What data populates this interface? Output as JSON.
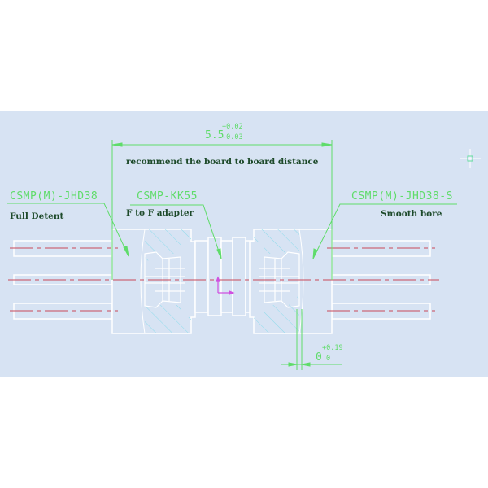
{
  "drawing": {
    "background": "#d7e3f3",
    "colors": {
      "outline": "#ffffff",
      "dimension": "#5fdc6a",
      "centerline": "#c8495a",
      "hatch": "#8fdcec",
      "note_text": "#1d4a2a",
      "ucs": "#d050e0"
    },
    "overall_dimension": {
      "nominal": "5.5",
      "upper_tol": "+0.02",
      "lower_tol": "-0.03",
      "note": "recommend the board to board distance"
    },
    "gap_dimension": {
      "nominal": "0",
      "upper_tol": "+0.19",
      "lower_tol": "0"
    },
    "callouts": [
      {
        "part": "CSMP(M)-JHD38",
        "description": "Full Detent"
      },
      {
        "part": "CSMP-KK55",
        "description": "F to F adapter"
      },
      {
        "part": "CSMP(M)-JHD38-S",
        "description": "Smooth bore"
      }
    ],
    "icons": {
      "ucs": "ucs-axis-icon",
      "cursor": "crosshair-cursor-icon"
    }
  }
}
